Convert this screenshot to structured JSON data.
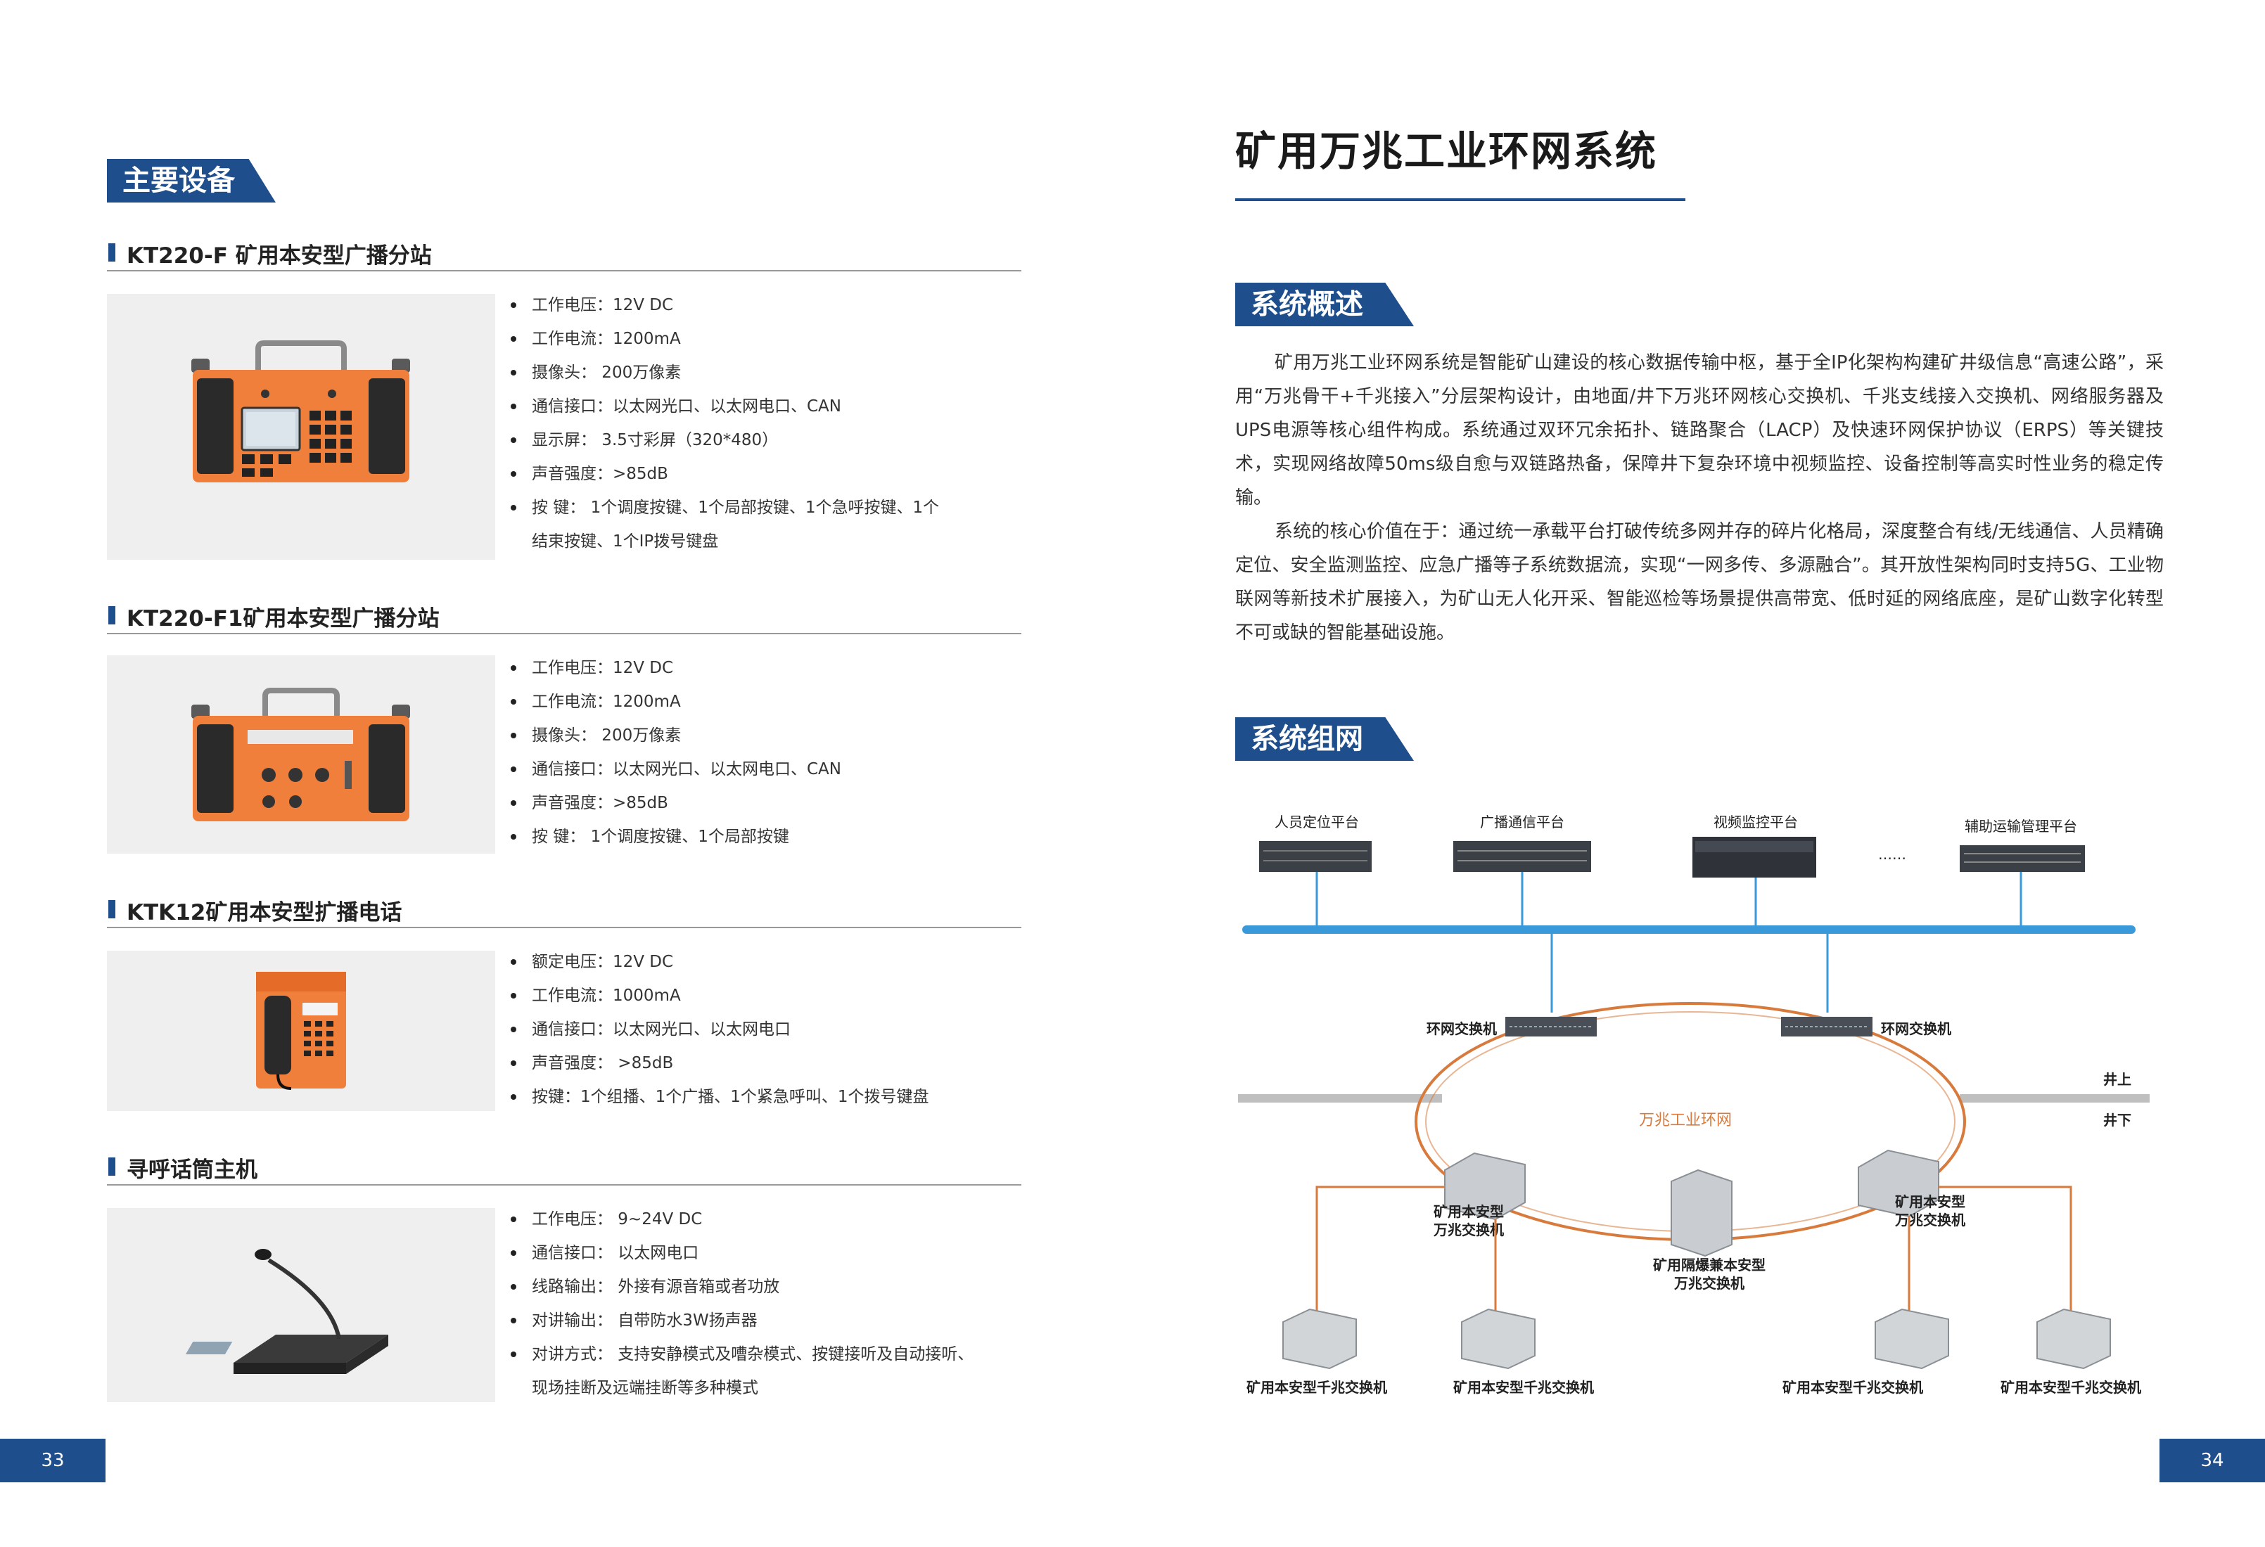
{
  "left": {
    "section_title": "主要设备",
    "page_number": "33",
    "products": [
      {
        "title": "KT220-F 矿用本安型广播分站",
        "specs": [
          "工作电压：12V DC",
          "工作电流：1200mA",
          "摄像头： 200万像素",
          "通信接口：以太网光口、以太网电口、CAN",
          "显示屏： 3.5寸彩屏（320*480）",
          "声音强度：>85dB",
          "按 键： 1个调度按键、1个局部按键、1个急呼按键、1个"
        ],
        "spec_cont": "结束按键、1个IP拨号键盘"
      },
      {
        "title": "KT220-F1矿用本安型广播分站",
        "specs": [
          "工作电压：12V DC",
          "工作电流：1200mA",
          "摄像头： 200万像素",
          "通信接口：以太网光口、以太网电口、CAN",
          "声音强度：>85dB",
          "按 键： 1个调度按键、1个局部按键"
        ]
      },
      {
        "title": "KTK12矿用本安型扩播电话",
        "specs": [
          "额定电压：12V DC",
          "工作电流：1000mA",
          "通信接口：以太网光口、以太网电口",
          "声音强度： >85dB",
          "按键：1个组播、1个广播、1个紧急呼叫、1个拨号键盘"
        ]
      },
      {
        "title": "寻呼话筒主机",
        "specs": [
          "工作电压： 9~24V DC",
          "通信接口： 以太网电口",
          "线路输出： 外接有源音箱或者功放",
          "对讲输出： 自带防水3W扬声器",
          "对讲方式： 支持安静模式及嘈杂模式、按键接听及自动接听、"
        ],
        "spec_cont": "现场挂断及远端挂断等多种模式"
      }
    ]
  },
  "right": {
    "title": "矿用万兆工业环网系统",
    "page_number": "34",
    "overview_heading": "系统概述",
    "overview_p1": "矿用万兆工业环网系统是智能矿山建设的核心数据传输中枢，基于全IP化架构构建矿井级信息“高速公路”，采用“万兆骨干+千兆接入”分层架构设计，由地面/井下万兆环网核心交换机、千兆支线接入交换机、网络服务器及UPS电源等核心组件构成。系统通过双环冗余拓扑、链路聚合（LACP）及快速环网保护协议（ERPS）等关键技术，实现网络故障50ms级自愈与双链路热备，保障井下复杂环境中视频监控、设备控制等高实时性业务的稳定传输。",
    "overview_p2": "系统的核心价值在于：通过统一承载平台打破传统多网并存的碎片化格局，深度整合有线/无线通信、人员精确定位、安全监测监控、应急广播等子系统数据流，实现“一网多传、多源融合”。其开放性架构同时支持5G、工业物联网等新技术扩展接入，为矿山无人化开采、智能巡检等场景提供高带宽、低时延的网络底座，是矿山数字化转型不可或缺的智能基础设施。",
    "network_heading": "系统组网",
    "diagram": {
      "platforms": [
        "人员定位平台",
        "广播通信平台",
        "视频监控平台",
        "辅助运输管理平台"
      ],
      "ellipsis": "……",
      "ring_switch_left": "环网交换机",
      "ring_switch_right": "环网交换机",
      "above_ground": "井上",
      "below_ground": "井下",
      "ring_label": "万兆工业环网",
      "switch_left_l1": "矿用本安型",
      "switch_left_l2": "万兆交换机",
      "switch_right_l1": "矿用本安型",
      "switch_right_l2": "万兆交换机",
      "switch_center_l1": "矿用隔爆兼本安型",
      "switch_center_l2": "万兆交换机",
      "access_switches": [
        "矿用本安型千兆交换机",
        "矿用本安型千兆交换机",
        "矿用本安型千兆交换机",
        "矿用本安型千兆交换机"
      ]
    }
  },
  "colors": {
    "brand_blue": "#1f4e8c",
    "bus_blue": "#3a9ad9",
    "ring_orange": "#d77a3c",
    "device_orange": "#f07f3c"
  }
}
